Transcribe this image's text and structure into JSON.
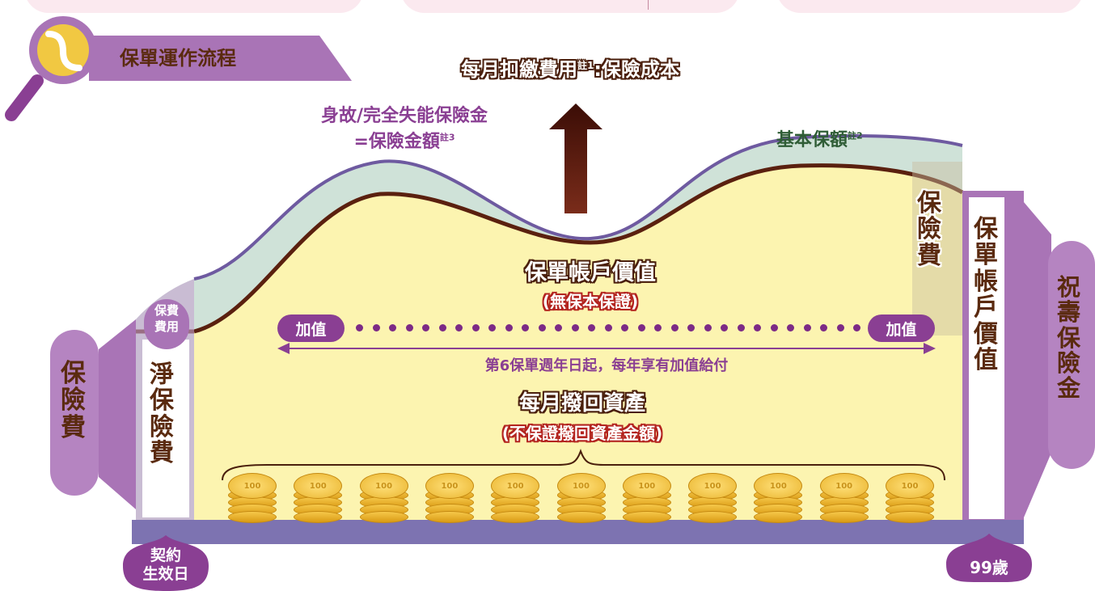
{
  "title": "保單運作流程",
  "monthly_fee": {
    "main": "每月扣繳費用",
    "note": "註1",
    "tail": ":保險成本"
  },
  "death_benefit": {
    "line1": "身故/完全失能保險金",
    "line2": "=保險金額",
    "note": "註3"
  },
  "base_amount": {
    "label": "基本保額",
    "note": "註2"
  },
  "premium_right": "保險費",
  "account_value": {
    "label": "保單帳戶價值",
    "sub": "(無保本保證)"
  },
  "bonus": {
    "left": "加值",
    "right": "加值",
    "desc": "第6保單週年日起，每年享有加值給付"
  },
  "withdrawal": {
    "label": "每月撥回資產",
    "sub": "(不保證撥回資產金額)"
  },
  "left": {
    "premium": "保險費",
    "fee": "保費費用",
    "net_premium": "淨保險費"
  },
  "right": {
    "account_value": "保單帳戶價值",
    "survival_benefit": "祝壽保險金"
  },
  "timeline": {
    "start": "契約生效日",
    "end": "99歲"
  },
  "coin_label": "100",
  "coin_count": 11,
  "dot_count": 31,
  "colors": {
    "purple": "#a974b6",
    "dark_purple": "#8a3f93",
    "navy_bar": "#7d73b1",
    "cream": "#fcf4b0",
    "mint": "#cfe2d8",
    "brown": "#5a200f"
  }
}
